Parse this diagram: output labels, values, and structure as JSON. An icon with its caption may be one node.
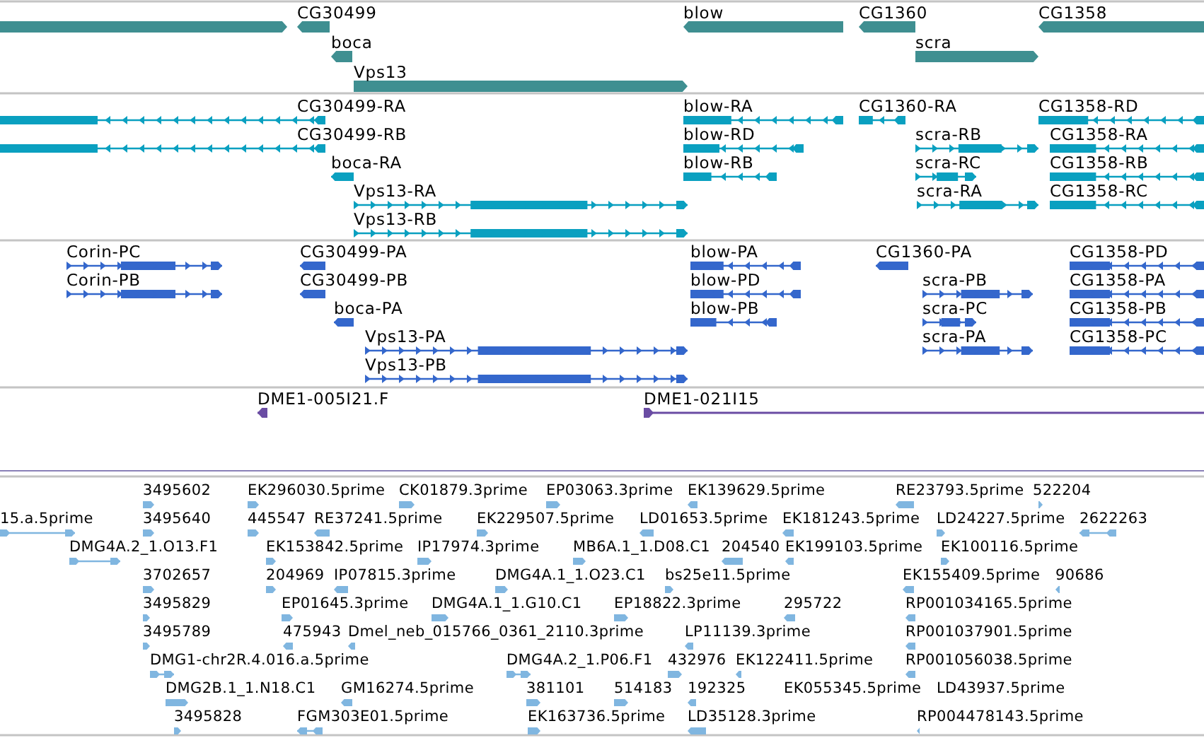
{
  "diagram": {
    "labels": [
      "CG30499",
      "blow",
      "CG1360",
      "CG1358",
      "boca",
      "scra",
      "Vps13",
      "CG30499-RA",
      "blow-RA",
      "CG1360-RA",
      "CG1358-RD",
      "CG30499-RB",
      "blow-RD",
      "scra-RB",
      "CG1358-RA",
      "boca-RA",
      "blow-RB",
      "scra-RC",
      "CG1358-RB",
      "Vps13-RA",
      "scra-RA",
      "CG1358-RC",
      "Vps13-RB",
      "Corin-PC",
      "CG30499-PA",
      "blow-PA",
      "CG1360-PA",
      "CG1358-PD",
      "Corin-PB",
      "CG30499-PB",
      "blow-PD",
      "scra-PB",
      "CG1358-PA",
      "boca-PA",
      "blow-PB",
      "scra-PC",
      "CG1358-PB",
      "Vps13-PA",
      "scra-PA",
      "CG1358-PC",
      "Vps13-PB",
      "DME1-005I21.F",
      "DME1-021I15",
      "3495602",
      "EK296030.5prime",
      "CK01879.3prime",
      "EP03063.3prime",
      "EK139629.5prime",
      "RE23793.5prime",
      "522204",
      "15.a.5prime",
      "3495640",
      "445547",
      "RE37241.5prime",
      "EK229507.5prime",
      "LD01653.5prime",
      "EK181243.5prime",
      "LD24227.5prime",
      "2622263",
      "DMG4A.2_1.O13.F1",
      "EK153842.5prime",
      "IP17974.3prime",
      "MB6A.1_1.D08.C1",
      "204540",
      "EK199103.5prime",
      "EK100116.5prime",
      "3702657",
      "204969",
      "IP07815.3prime",
      "DMG4A.1_1.O23.C1",
      "bs25e11.5prime",
      "EK155409.5prime",
      "90686",
      "3495829",
      "EP01645.3prime",
      "DMG4A.1_1.G10.C1",
      "EP18822.3prime",
      "295722",
      "RP001034165.5prime",
      "3495789",
      "475943",
      "Dmel_neb_015766_0361_2110.3prime",
      "LP11139.3prime",
      "RP001037901.5prime",
      "DMG1-chr2R.4.016.a.5prime",
      "DMG4A.2_1.P06.F1",
      "432976",
      "EK122411.5prime",
      "RP001056038.5prime",
      "DMG2B.1_1.N18.C1",
      "GM16274.5prime",
      "381101",
      "514183",
      "192325",
      "EK055345.5prime",
      "LD43937.5prime",
      "3495828",
      "FGM303E01.5prime",
      "EK163736.5prime",
      "LD35128.3prime",
      "RP004478143.5prime"
    ]
  }
}
